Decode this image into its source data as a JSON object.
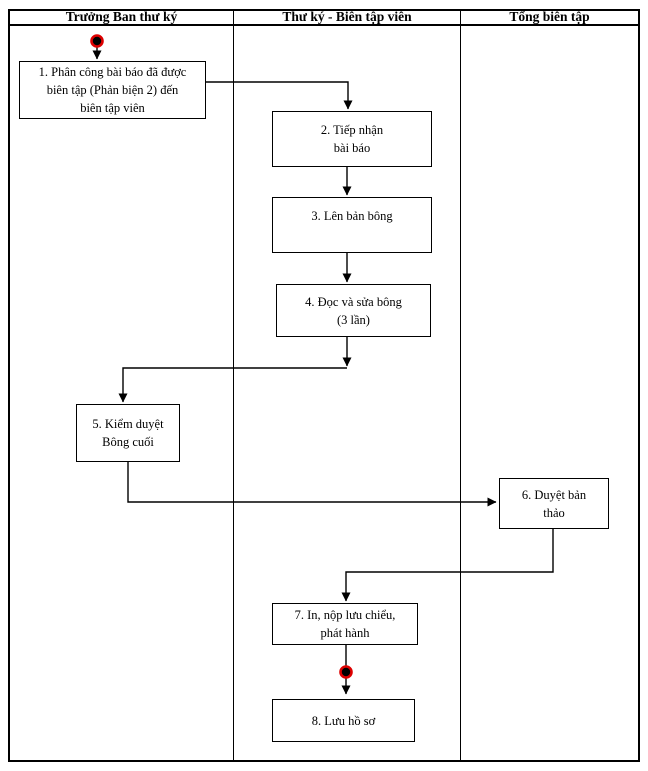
{
  "diagram": {
    "type": "swimlane-flowchart",
    "lanes": [
      {
        "label": "Trưởng Ban thư ký"
      },
      {
        "label": "Thư ký - Biên tập viên"
      },
      {
        "label": "Tổng biên tập"
      }
    ],
    "steps": [
      {
        "id": "1",
        "lane": 0,
        "label": "1. Phân công bài báo đã được\nbiên tập (Phản biện 2) đến\nbiên tập viên"
      },
      {
        "id": "2",
        "lane": 1,
        "label": "2. Tiếp nhận\nbài báo"
      },
      {
        "id": "3",
        "lane": 1,
        "label": "3. Lên bản bông"
      },
      {
        "id": "4",
        "lane": 1,
        "label": "4. Đọc và sửa bông\n(3 lần)"
      },
      {
        "id": "5",
        "lane": 0,
        "label": "5. Kiểm duyệt\nBông cuối"
      },
      {
        "id": "6",
        "lane": 2,
        "label": "6. Duyệt bản\nthảo"
      },
      {
        "id": "7",
        "lane": 1,
        "label": "7. In, nộp lưu chiểu,\nphát hành"
      },
      {
        "id": "8",
        "lane": 1,
        "label": "8. Lưu hồ sơ"
      }
    ],
    "nodes": {
      "start_icon": "filled-circle-red-ring",
      "end_icon": "filled-circle-red-ring"
    },
    "edges": [
      {
        "from": "start",
        "to": "1"
      },
      {
        "from": "1",
        "to": "2"
      },
      {
        "from": "2",
        "to": "3"
      },
      {
        "from": "3",
        "to": "4"
      },
      {
        "from": "4",
        "to": "5"
      },
      {
        "from": "5",
        "to": "6"
      },
      {
        "from": "6",
        "to": "7"
      },
      {
        "from": "7",
        "to": "end"
      },
      {
        "from": "end",
        "to": "8"
      }
    ],
    "colors": {
      "line": "#000000",
      "box_border": "#000000",
      "text": "#000000",
      "node_fill": "#000000",
      "node_ring": "#dd0000",
      "background": "#ffffff"
    }
  }
}
